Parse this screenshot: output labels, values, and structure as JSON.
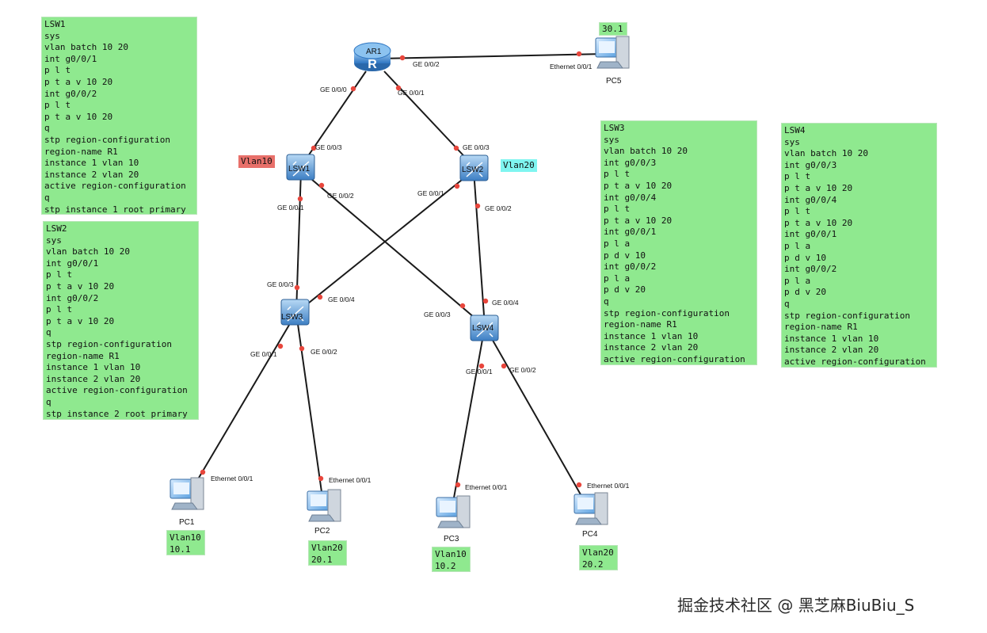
{
  "config_notes": {
    "lsw1": [
      "LSW1",
      "sys",
      "vlan batch 10 20",
      "int g0/0/1",
      "p l t",
      "p t a v 10 20",
      "int g0/0/2",
      "p l t",
      "p t a v 10 20",
      "q",
      "stp region-configuration",
      "region-name R1",
      "instance 1 vlan 10",
      "instance 2 vlan 20",
      "active region-configuration",
      "q",
      "stp instance 1 root primary"
    ],
    "lsw2": [
      "LSW2",
      "sys",
      "vlan batch 10 20",
      "int g0/0/1",
      "p l t",
      "p t a v 10 20",
      "int g0/0/2",
      "p l t",
      "p t a v 10 20",
      "q",
      "stp region-configuration",
      "region-name R1",
      "instance 1 vlan 10",
      "instance 2 vlan 20",
      "active region-configuration",
      "q",
      "stp instance 2 root primary"
    ],
    "lsw3": [
      "LSW3",
      "sys",
      "vlan batch 10 20",
      "int g0/0/3",
      "p l t",
      "p t a v 10 20",
      "int g0/0/4",
      "p l t",
      "p t a v 10 20",
      "int g0/0/1",
      "p l a",
      "p d v 10",
      "int g0/0/2",
      "p l a",
      "p d v 20",
      "q",
      "stp region-configuration",
      "region-name R1",
      "instance 1 vlan 10",
      "instance 2 vlan 20",
      "active region-configuration"
    ],
    "lsw4": [
      "LSW4",
      "sys",
      "vlan batch 10 20",
      "int g0/0/3",
      "p l t",
      "p t a v 10 20",
      "int g0/0/4",
      "p l t",
      "p t a v 10 20",
      "int g0/0/1",
      "p l a",
      "p d v 10",
      "int g0/0/2",
      "p l a",
      "p d v 20",
      "q",
      "stp region-configuration",
      "region-name R1",
      "instance 1 vlan 10",
      "instance 2 vlan 20",
      "active region-configuration"
    ],
    "pc5": [
      "30.1"
    ],
    "pc1": [
      "Vlan10",
      "10.1"
    ],
    "pc2": [
      "Vlan20",
      "20.1"
    ],
    "pc3": [
      "Vlan10",
      "10.2"
    ],
    "pc4": [
      "Vlan20",
      "20.2"
    ]
  },
  "tags": {
    "lsw1_vlan": {
      "text": "Vlan10",
      "color": "#e8706a"
    },
    "lsw2_vlan": {
      "text": "Vlan20",
      "color": "#7ff5f0"
    }
  },
  "devices": {
    "ar1": "AR1",
    "lsw1": "LSW1",
    "lsw2": "LSW2",
    "lsw3": "LSW3",
    "lsw4": "LSW4",
    "pc1": "PC1",
    "pc2": "PC2",
    "pc3": "PC3",
    "pc4": "PC4",
    "pc5": "PC5"
  },
  "ports": {
    "ar1_p2": "GE 0/0/2",
    "pc5_e": "Ethernet 0/0/1",
    "ar1_p0": "GE 0/0/0",
    "ar1_p1": "GE 0/0/1",
    "lsw1_p3": "GE 0/0/3",
    "lsw2_p3": "GE 0/0/3",
    "lsw1_p2": "GE 0/0/2",
    "lsw1_p1": "GE 0/0/1",
    "lsw2_p1": "GE 0/0/1",
    "lsw2_p2": "GE 0/0/2",
    "lsw3_p3": "GE 0/0/3",
    "lsw3_p4": "GE 0/0/4",
    "lsw4_p4": "GE 0/0/4",
    "lsw4_p3": "GE 0/0/3",
    "lsw3_p1": "GE 0/0/1",
    "lsw3_p2": "GE 0/0/2",
    "lsw4_p1": "GE 0/0/1",
    "lsw4_p2": "GE 0/0/2",
    "pc1_e": "Ethernet 0/0/1",
    "pc2_e": "Ethernet 0/0/1",
    "pc3_e": "Ethernet 0/0/1",
    "pc4_e": "Ethernet 0/0/1"
  },
  "watermark": "掘金技术社区 @ 黑芝麻BiuBiu_S",
  "colors": {
    "note_bg": "#8fe98f",
    "link": "#1a1a1a",
    "port_dot": "#e8463c",
    "switch": "#4a8fd0",
    "router": "#3f86cf"
  }
}
